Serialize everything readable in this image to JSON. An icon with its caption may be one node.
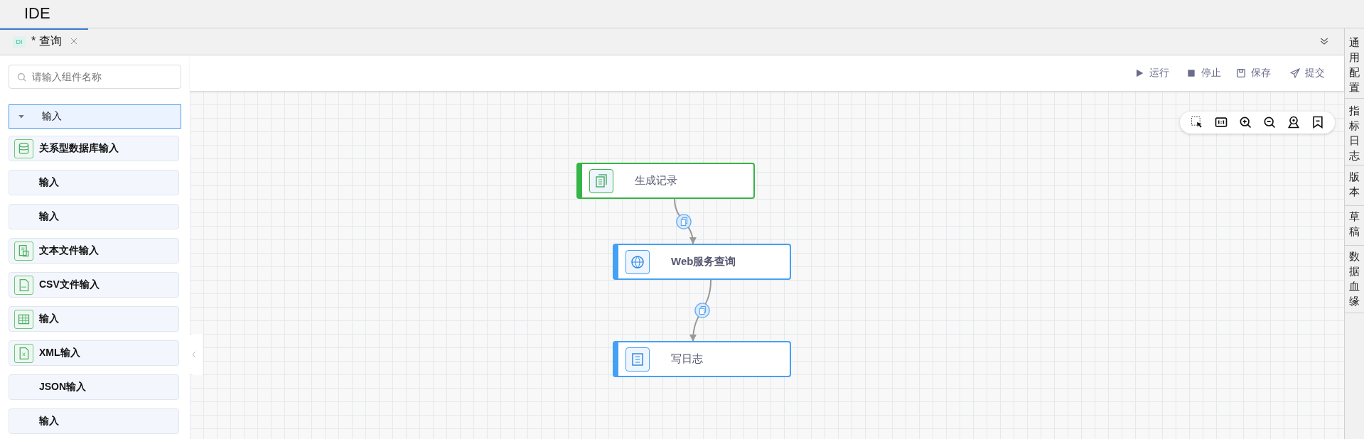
{
  "diagram": {
    "nodes": [
      {
        "text": [
          "输入"
        ]
      },
      {
        "text": [
          "关系型数据库输入"
        ]
      },
      {
        "text": [
          "输入"
        ]
      },
      {
        "text": [
          "输入"
        ]
      },
      {
        "text": [
          "文本文件输入"
        ]
      },
      {
        "text": [
          "CSV文件输入"
        ]
      },
      {
        "text": [
          "输入"
        ]
      },
      {
        "text": [
          "XML输入"
        ]
      },
      {
        "text": [
          "JSON输入"
        ]
      },
      {
        "text": [
          "输入"
        ]
      },
      {
        "text": [
          "生成记录"
        ]
      },
      {
        "text": [
          "Web服务查询"
        ]
      },
      {
        "text": [
          "写日志"
        ]
      }
    ],
    "edges": [
      {
        "from": 10,
        "to": 11,
        "arrow": "to"
      },
      {
        "from": 11,
        "to": 12,
        "arrow": "to"
      }
    ],
    "labels": [
      "IDE",
      "DI",
      "* 查询",
      "请输入组件名称",
      "运行",
      "停止",
      "保存",
      "提交",
      "通用配置",
      "指标日志",
      "版本",
      "草稿",
      "数据血缘"
    ]
  }
}
